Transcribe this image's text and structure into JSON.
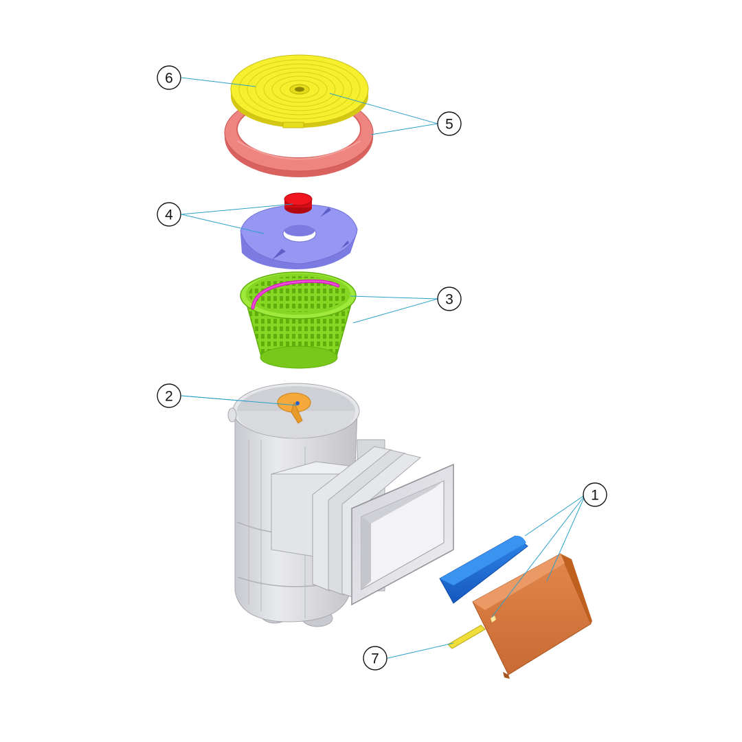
{
  "diagram": {
    "colors": {
      "background": "#ffffff",
      "leader_line": "#2a9fc7",
      "lid": "#f2ec2a",
      "lid_ring": "#ec7f7b",
      "valve_plate": "#8c8cf0",
      "valve_knob": "#e8101a",
      "basket": "#8ee02a",
      "basket_handle": "#e020c0",
      "skimmer_body": "#dcdde2",
      "float": "#f4a93a",
      "weir_block": "#1c6fd8",
      "weir_flap": "#d9783e",
      "weir_tab": "#e8d640"
    },
    "parts": [
      {
        "number": "1",
        "name": "weir-flap-assembly"
      },
      {
        "number": "2",
        "name": "float-valve"
      },
      {
        "number": "3",
        "name": "strainer-basket"
      },
      {
        "number": "4",
        "name": "valve-plate-and-knob"
      },
      {
        "number": "5",
        "name": "lid-and-ring"
      },
      {
        "number": "6",
        "name": "lid"
      },
      {
        "number": "7",
        "name": "weir-tab"
      }
    ],
    "callouts": {
      "c1": "1",
      "c2": "2",
      "c3": "3",
      "c4": "4",
      "c5": "5",
      "c6": "6",
      "c7": "7"
    }
  }
}
